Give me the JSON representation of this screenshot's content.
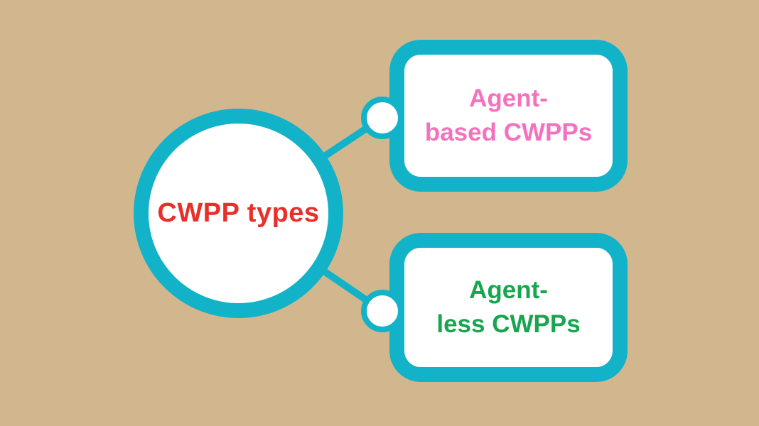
{
  "diagram": {
    "title": "CWPP types",
    "colors": {
      "background": "#d2b78e",
      "accent_teal": "#12b2c9",
      "node_fill": "#ffffff",
      "center_text": "#ea2e2a",
      "agent_based_text": "#f472bd",
      "agent_less_text": "#17a64f"
    },
    "center": {
      "label": "CWPP types"
    },
    "nodes": [
      {
        "id": "agent-based-cwpps",
        "lines": [
          "Agent-",
          "based CWPPs"
        ],
        "full_label": "Agent-based CWPPs",
        "text_color": "#f472bd"
      },
      {
        "id": "agent-less-cwpps",
        "lines": [
          "Agent-",
          "less CWPPs"
        ],
        "full_label": "Agent-less CWPPs",
        "text_color": "#17a64f"
      }
    ]
  }
}
